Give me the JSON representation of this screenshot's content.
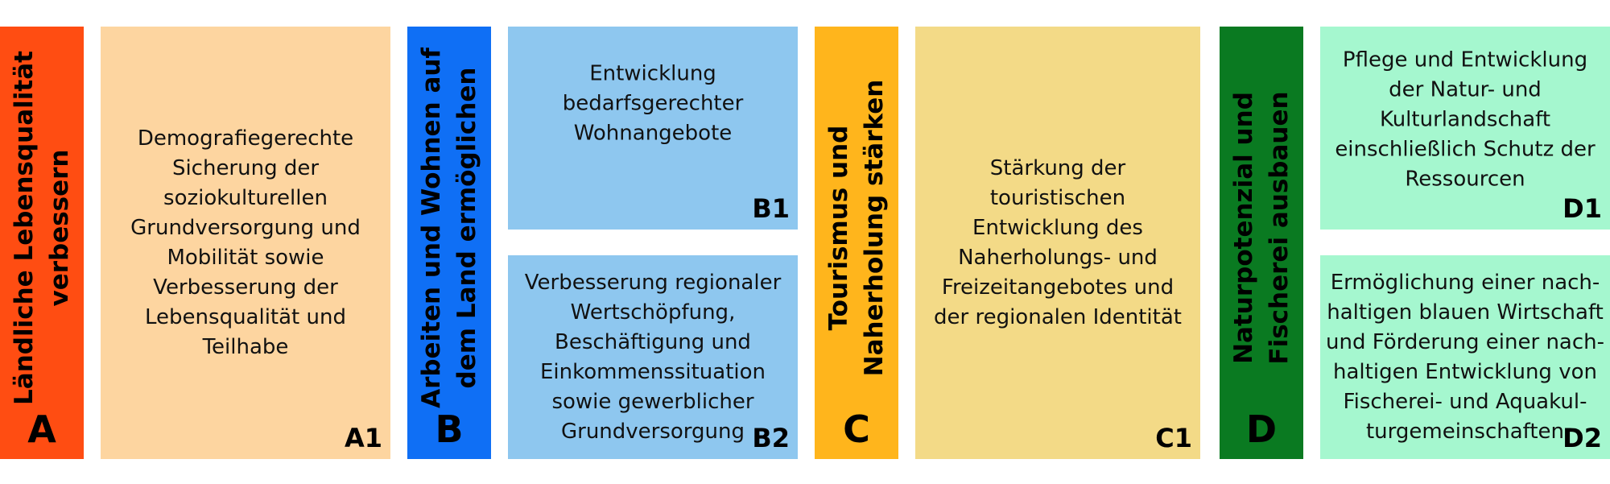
{
  "colors": {
    "A_bar": "#ff4d12",
    "A_box": "#fdd5a0",
    "B_bar": "#0f6ff5",
    "B_box": "#8ec7ef",
    "C_bar": "#ffb51c",
    "C_box": "#f3da87",
    "D_bar": "#0a7a21",
    "D_box": "#a5f7cf"
  },
  "pillars": [
    {
      "letter": "A",
      "title_lines": [
        "Ländliche Lebensqualität",
        "verbessern"
      ],
      "boxes": [
        {
          "code": "A1",
          "text_lines": [
            "Demografiegerechte",
            "Sicherung der",
            "soziokulturellen",
            "Grundversorgung und",
            "Mobilität sowie",
            "Verbesserung der",
            "Lebensqualität und",
            "Teilhabe"
          ]
        }
      ]
    },
    {
      "letter": "B",
      "title_lines": [
        "Arbeiten und Wohnen auf",
        "dem Land ermöglichen"
      ],
      "boxes": [
        {
          "code": "B1",
          "text_lines": [
            "Entwicklung",
            "bedarfsgerechter",
            "Wohnangebote"
          ]
        },
        {
          "code": "B2",
          "text_lines": [
            "Verbesserung regionaler",
            "Wertschöpfung,",
            "Beschäftigung und",
            "Einkommenssituation",
            "sowie gewerblicher",
            "Grundversorgung"
          ]
        }
      ]
    },
    {
      "letter": "C",
      "title_lines": [
        "Tourismus und",
        "Naherholung stärken"
      ],
      "boxes": [
        {
          "code": "C1",
          "text_lines": [
            "Stärkung der",
            "touristischen",
            "Entwicklung des",
            "Naherholungs- und",
            "Freizeitangebotes und",
            "der regionalen Identität"
          ]
        }
      ]
    },
    {
      "letter": "D",
      "title_lines": [
        "Naturpotenzial und",
        "Fischerei ausbauen"
      ],
      "boxes": [
        {
          "code": "D1",
          "text_lines": [
            "Pflege und Entwicklung",
            "der Natur- und",
            "Kulturlandschaft",
            "einschließlich Schutz der",
            "Ressourcen"
          ]
        },
        {
          "code": "D2",
          "text_lines": [
            "Ermöglichung einer nach-",
            "haltigen blauen Wirtschaft",
            "und Förderung einer nach-",
            "haltigen Entwicklung von",
            "Fischerei- und Aquakul-",
            "turgemeinschaften"
          ]
        }
      ]
    }
  ]
}
